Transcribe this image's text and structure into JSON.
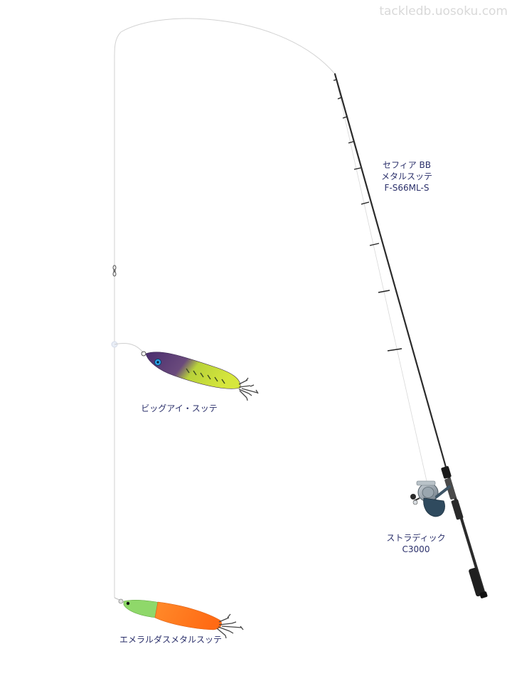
{
  "watermark": "tackledb.uosoku.com",
  "rod": {
    "line1": "セフィア BB",
    "line2": "メタルスッテ",
    "line3": "F-S66ML-S"
  },
  "reel": {
    "line1": "ストラディック",
    "line2": "C3000"
  },
  "upper_lure": {
    "label": "ビッグアイ・スッテ"
  },
  "lower_lure": {
    "label": "エメラルダスメタルスッテ"
  },
  "colors": {
    "line": "#cfcfcf",
    "rod_blank": "#2b2b2b",
    "label_text": "#2a2f6a",
    "upper_lure_body": "#5a3c7a",
    "upper_lure_tail": "#cfe23a",
    "lower_lure_head": "#8fd86a",
    "lower_lure_body": "#ff7a1e"
  }
}
